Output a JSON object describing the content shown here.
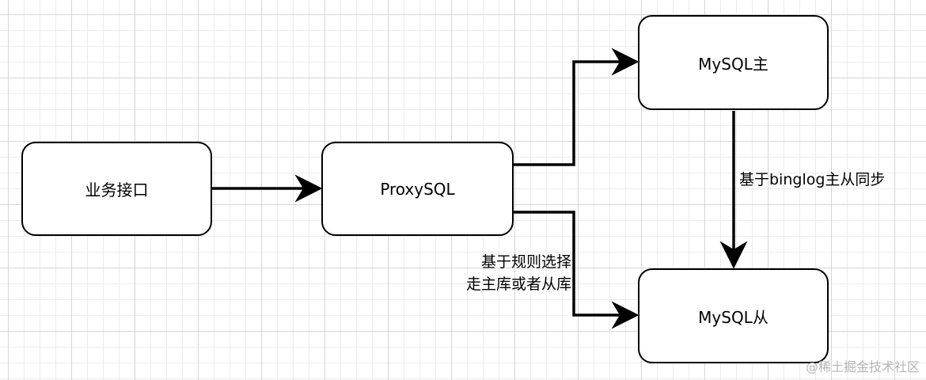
{
  "nodes": {
    "api": "业务接口",
    "proxysql": "ProxySQL",
    "mysql_master": "MySQL主",
    "mysql_slave": "MySQL从"
  },
  "edges": {
    "replication_label": "基于binglog主从同步",
    "routing_label_line1": "基于规则选择",
    "routing_label_line2": "走主库或者从库"
  },
  "watermark": "@稀土掘金技术社区",
  "colors": {
    "stroke": "#000000",
    "grid": "#d6d6d6",
    "background": "#ffffff"
  }
}
